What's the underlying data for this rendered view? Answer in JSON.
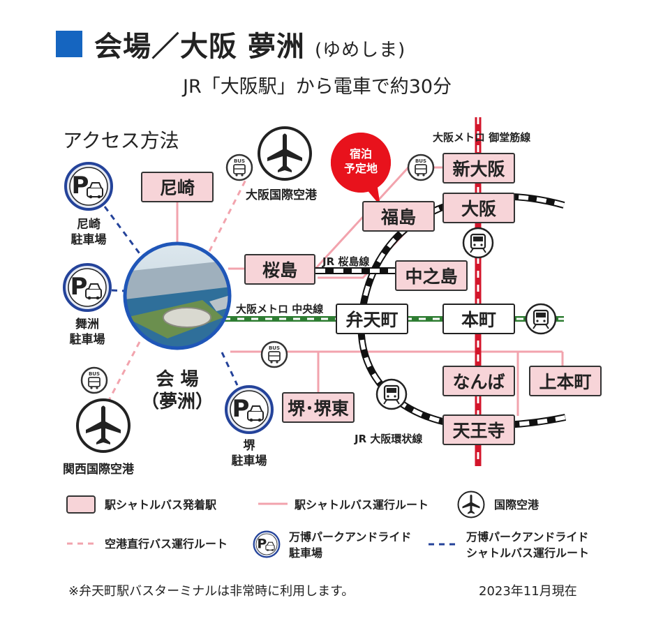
{
  "header": {
    "title": "会場／大阪 夢洲",
    "reading": "(ゆめしま)",
    "subtitle": "JR「大阪駅」から電車で約30分"
  },
  "section_title": "アクセス方法",
  "venue": {
    "line1": "会 場",
    "line2": "（夢洲）"
  },
  "stay_badge": {
    "line1": "宿泊",
    "line2": "予定地"
  },
  "stations": {
    "amagasaki": "尼崎",
    "sakurajima": "桜島",
    "fukushima": "福島",
    "shin_osaka": "新大阪",
    "osaka": "大阪",
    "nakanoshima": "中之島",
    "bentencho": "弁天町",
    "honmachi": "本町",
    "namba": "なんば",
    "uehonmachi": "上本町",
    "tennoji": "天王寺",
    "sakai": "堺･堺東"
  },
  "airports": {
    "itami": "大阪国際空港",
    "kansai": "関西国際空港"
  },
  "parking": {
    "amagasaki": {
      "line1": "尼崎",
      "line2": "駐車場"
    },
    "maishima": {
      "line1": "舞洲",
      "line2": "駐車場"
    },
    "sakai": {
      "line1": "堺",
      "line2": "駐車場"
    }
  },
  "lines": {
    "midosuji": "大阪メトロ 御堂筋線",
    "sakurajima": "JR 桜島線",
    "chuo": "大阪メトロ 中央線",
    "loop": "JR 大阪環状線"
  },
  "icons": {
    "bus_text": "BUS",
    "parking_letter": "P"
  },
  "legend": {
    "station": "駅シャトルバス発着駅",
    "route": "駅シャトルバス運行ルート",
    "airport": "国際空港",
    "airport_bus": "空港直行バス運行ルート",
    "parking_line1": "万博パークアンドライド",
    "parking_line2": "駐車場",
    "parking_shuttle_line1": "万博パークアンドライド",
    "parking_shuttle_line2": "シャトルバス運行ルート"
  },
  "footer": {
    "note": "※弁天町駅バスターミナルは非常時に利用します。",
    "date": "2023年11月現在"
  },
  "colors": {
    "accent_blue": "#1565c0",
    "station_fill": "#f7d4d8",
    "route_pink": "#f2a3ad",
    "metro_red": "#d3162b",
    "metro_green": "#2e7d32",
    "parking_blue": "#24439a",
    "badge_red": "#e8121c"
  }
}
